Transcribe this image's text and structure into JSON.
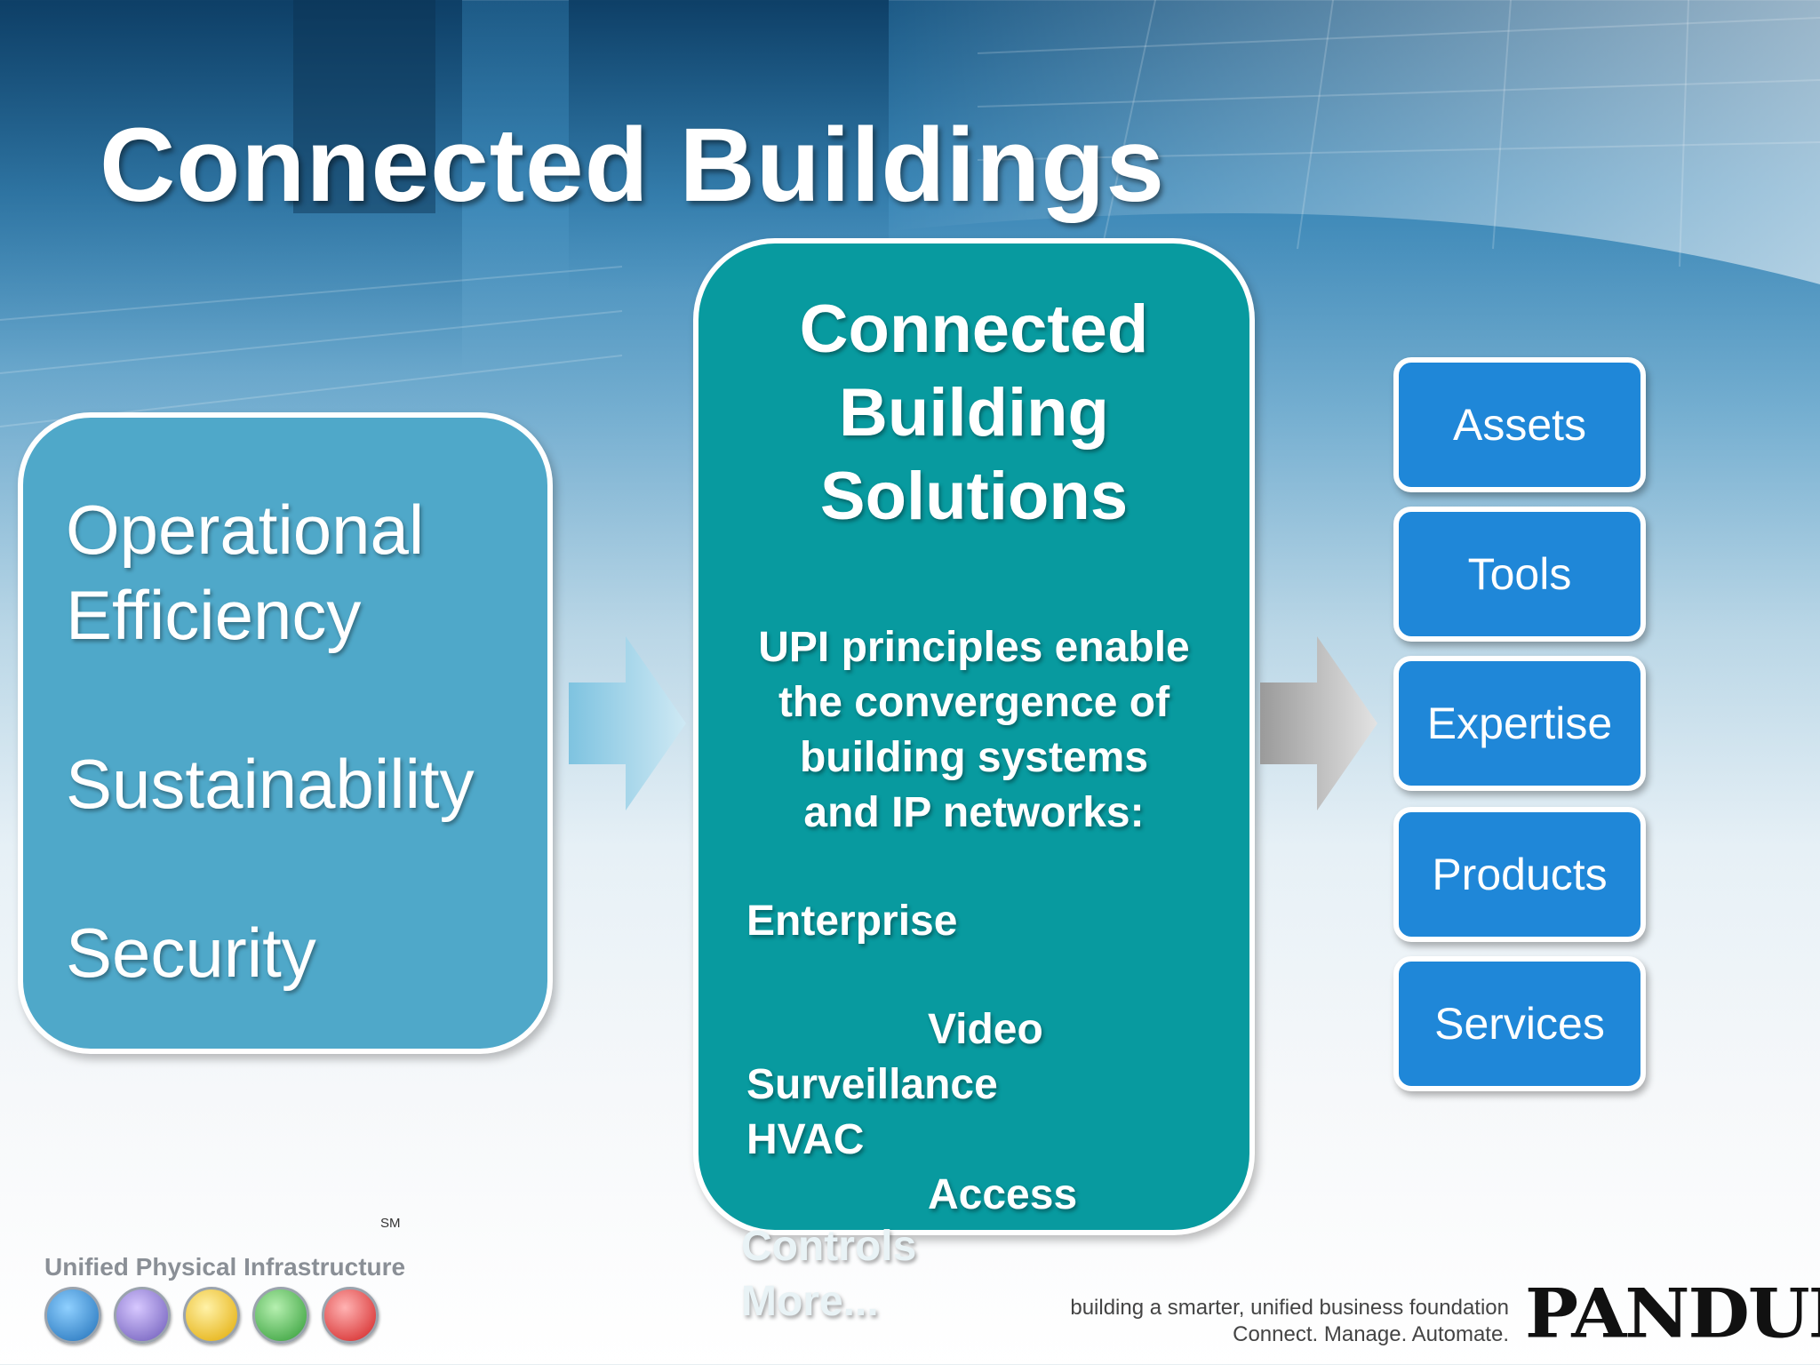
{
  "slide": {
    "title": "Connected Buildings"
  },
  "left_panel": {
    "items": [
      "Operational",
      "Efficiency",
      "Sustainability",
      "Security"
    ]
  },
  "center_panel": {
    "heading_lines": [
      "Connected",
      "Building",
      "Solutions"
    ],
    "description_lines": [
      "UPI principles enable",
      "the convergence of",
      "building systems",
      "and IP networks:"
    ],
    "items": {
      "enterprise": "Enterprise",
      "video": "Video",
      "surveillance": "Surveillance",
      "hvac": "HVAC",
      "access": "Access",
      "controls": "Controls",
      "more": "More..."
    }
  },
  "right_panel": {
    "buttons": [
      "Assets",
      "Tools",
      "Expertise",
      "Products",
      "Services"
    ]
  },
  "footer": {
    "sm_mark": "SM",
    "upi_label": "Unified Physical Infrastructure",
    "upi_icons": [
      "blue-circle-icon",
      "purple-circle-icon",
      "yellow-circle-icon",
      "green-circle-icon",
      "red-lock-icon"
    ],
    "tagline_line1": "building a smarter, unified business foundation",
    "tagline_line2": "Connect. Manage. Automate.",
    "logo_text": "PANDUIT",
    "logo_mark": "®"
  },
  "colors": {
    "left_panel": "#4fa8c9",
    "center_panel": "#089a9f",
    "right_buttons": "#1f87d8"
  }
}
